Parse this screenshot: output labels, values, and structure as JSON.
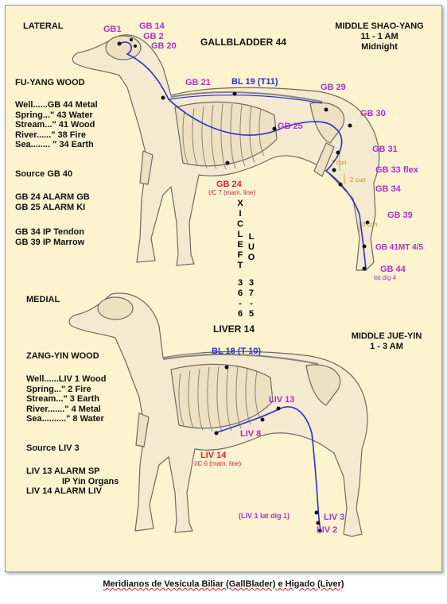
{
  "top": {
    "view": "LATERAL",
    "title": "GALLBLADDER 44",
    "channel": "MIDDLE SHAO-YANG",
    "hours": "11 - 1 AM",
    "time": "Midnight",
    "element": "FU-YANG WOOD",
    "points": [
      "Well......GB 44 Metal",
      "Spring...\"   43 Water",
      "Stream...\"  41 Wood",
      "River......\" 38 Fire",
      "Sea........  \" 34 Earth"
    ],
    "source": "Source  GB 40",
    "alarms": [
      "GB 24  ALARM  GB",
      "GB 25  ALARM  KI"
    ],
    "influential": [
      "GB 34  IP  Tendon",
      "GB 39  IP  Marrow"
    ],
    "labels": {
      "gb1": "GB1",
      "gb14": "GB 14",
      "gb2": "GB 2",
      "gb20": "GB 20",
      "gb21": "GB 21",
      "bl19": "BL 19 (T11)",
      "gb29": "GB 29",
      "gb30": "GB 30",
      "gb25": "GB 25",
      "gb31": "GB 31",
      "gb33": "GB 33 flex",
      "gb34": "GB 34",
      "cun7": "7 cun",
      "cun2": "2 cun",
      "cun3": "3 cun",
      "gb39": "GB 39",
      "gb41": "GB 41MT 4/5",
      "gb44": "GB 44",
      "gb44sub": "lat dig 4",
      "gb24": "GB 24",
      "gb24sub": "I/C 7 (mam. line)"
    }
  },
  "middle": {
    "xicleft": [
      "X",
      "I",
      "C",
      "L",
      "E",
      "F",
      "T"
    ],
    "luo": [
      "L",
      "U",
      "O"
    ],
    "num1": [
      "3",
      "6",
      "-",
      "6"
    ],
    "num2": [
      "3",
      "7",
      "-",
      "5"
    ]
  },
  "bottom": {
    "view": "MEDIAL",
    "title": "LIVER 14",
    "channel": "MIDDLE  JUE-YIN",
    "hours": "1 - 3 AM",
    "element": "ZANG-YIN WOOD",
    "points": [
      "Well......LIV 1 Wood",
      "Spring...\"     2 Fire",
      "Stream...\"    3 Earth",
      "River.......\"  4 Metal",
      "Sea..........\" 8 Water"
    ],
    "source": "Source  LIV 3",
    "alarms": [
      "LIV 13  ALARM  SP",
      "IP Yin Organs",
      "LIV 14  ALARM  LIV"
    ],
    "labels": {
      "bl18": "BL 18 (T 10)",
      "liv13": "LIV 13",
      "liv8": "LIV 8",
      "liv14": "LIV 14",
      "liv14sub": "I/C 6 (mam. line)",
      "liv1": "(LIV 1 lat dig 1)",
      "liv3": "LIV 3",
      "liv2": "LIV 2"
    }
  },
  "caption": "Meridianos de Vesícula Biliar (GallBlader) e Higado (Liver)",
  "colors": {
    "background": "#fdf3cf",
    "meridian": "#2d2dd8",
    "label": "#b12fd6",
    "alarm": "#e0203a"
  }
}
